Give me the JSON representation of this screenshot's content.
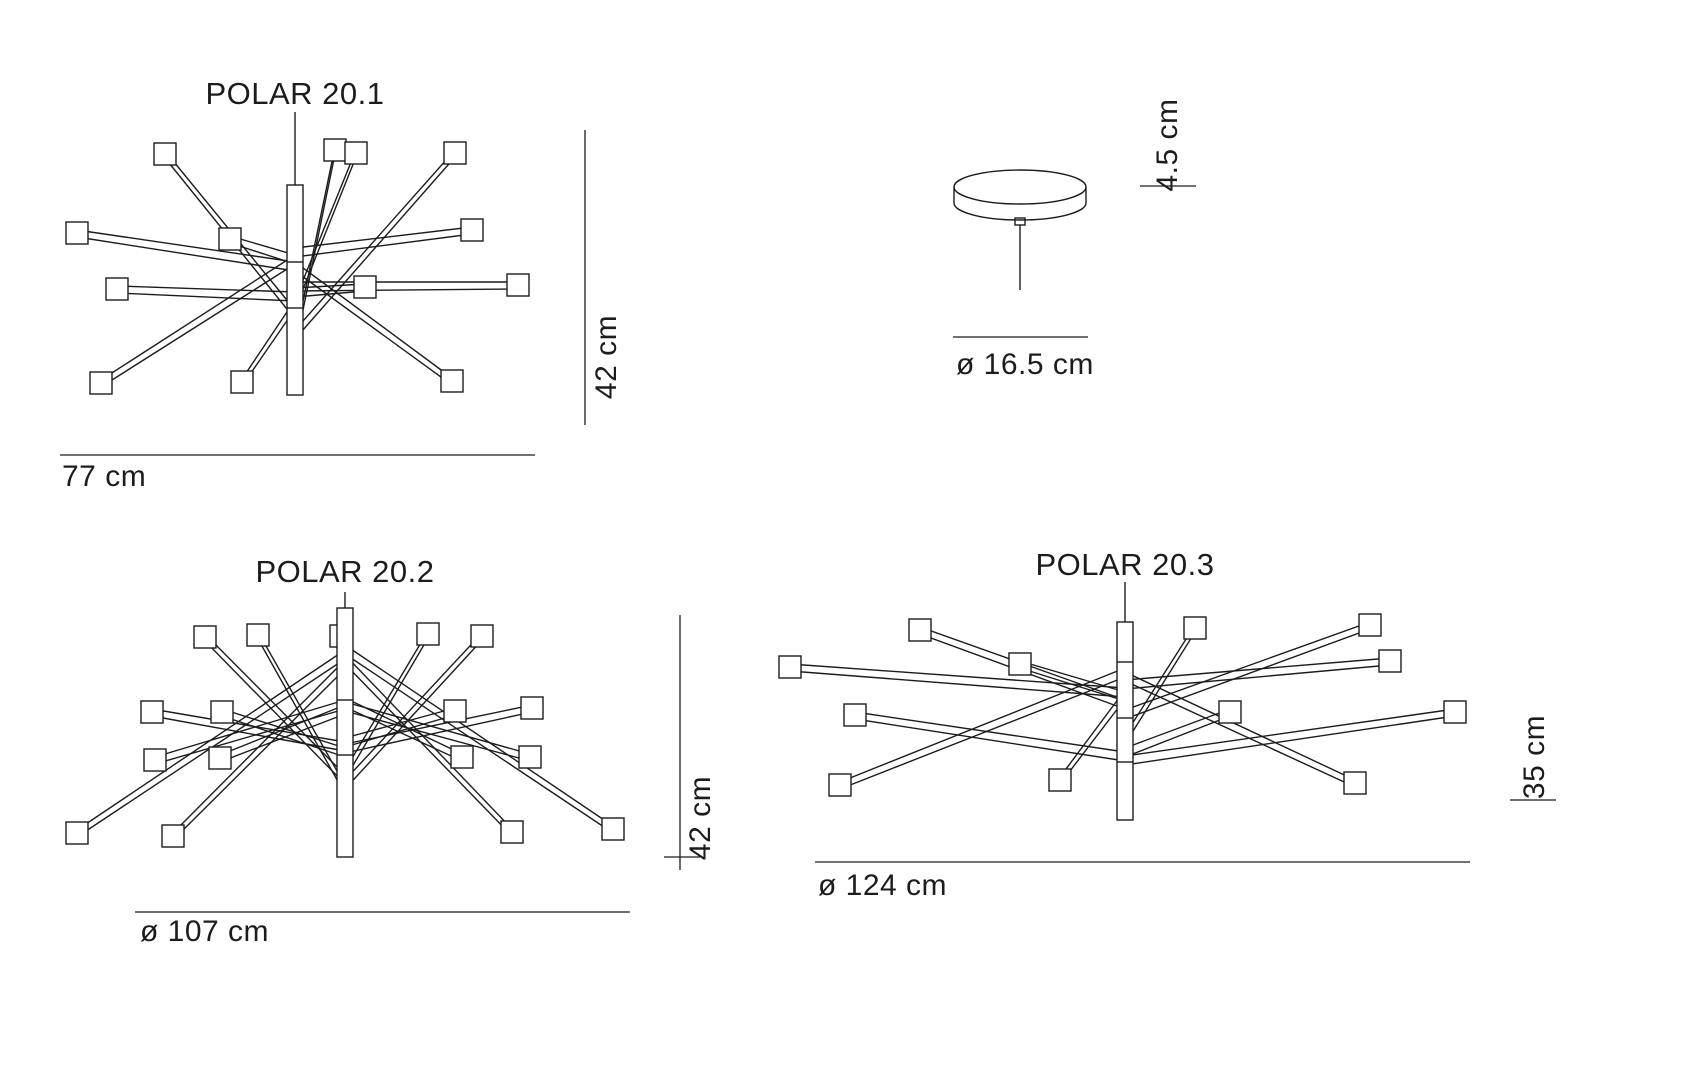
{
  "figures": {
    "polar_20_1": {
      "title": "POLAR 20.1",
      "height": "42 cm",
      "width": "77 cm"
    },
    "canopy": {
      "height": "4.5 cm",
      "diameter": "ø 16.5 cm"
    },
    "polar_20_2": {
      "title": "POLAR 20.2",
      "height": "42 cm",
      "diameter": "ø 107 cm"
    },
    "polar_20_3": {
      "title": "POLAR 20.3",
      "height": "35 cm",
      "diameter": "ø 124 cm"
    }
  }
}
